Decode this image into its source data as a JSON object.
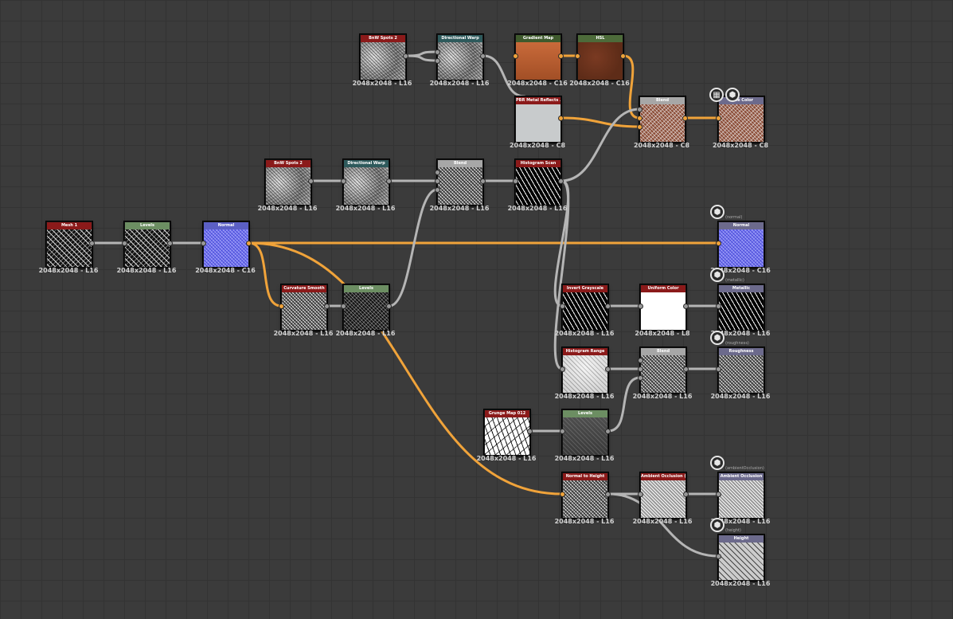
{
  "colors": {
    "background": "#3b3b3b",
    "wire_grey": "#b5b5b5",
    "wire_orange": "#f0a33a",
    "header_red": "#8b1a1a",
    "header_teal": "#2e5a5c",
    "header_green": "#4d6b3a",
    "header_lightgreen": "#6c8e62",
    "header_blue": "#5b5fc4",
    "header_grey": "#a7a7a7",
    "header_lavender": "#6c6a8c"
  },
  "nodes": [
    {
      "id": "bnw_spots_top",
      "label": "BnW Spots 2",
      "res": "2048x2048 - L16",
      "header": "#8b1a1a",
      "thumb": "t-grain"
    },
    {
      "id": "dir_warp_top",
      "label": "Directional Warp",
      "res": "2048x2048 - L16",
      "header": "#2e5a5c",
      "thumb": "t-grain"
    },
    {
      "id": "gradient_map",
      "label": "Gradient Map",
      "res": "2048x2048 - C16",
      "header": "#3f5a2d",
      "thumb": "t-orange"
    },
    {
      "id": "hsl",
      "label": "HSL",
      "res": "2048x2048 - C16",
      "header": "#4d6b3a",
      "thumb": "t-rust"
    },
    {
      "id": "pbr_metal",
      "label": "PBR Metal Reflects ...",
      "res": "2048x2048 - C8",
      "header": "#8b1a1a",
      "thumb": "t-grey"
    },
    {
      "id": "blend_top",
      "label": "Blend",
      "res": "2048x2048 - C8",
      "header": "#a7a7a7",
      "thumb": "t-rustspeck"
    },
    {
      "id": "basecolor_out",
      "label": "Base Color",
      "res": "2048x2048 - C8",
      "header": "#6c6a8c",
      "thumb": "t-rustspeck"
    },
    {
      "id": "bnw_spots_mid",
      "label": "BnW Spots 2",
      "res": "2048x2048 - L16",
      "header": "#8b1a1a",
      "thumb": "t-grain"
    },
    {
      "id": "dir_warp_mid",
      "label": "Directional Warp",
      "res": "2048x2048 - L16",
      "header": "#2e5a5c",
      "thumb": "t-grain"
    },
    {
      "id": "blend_mid",
      "label": "Blend",
      "res": "2048x2048 - L16",
      "header": "#a7a7a7",
      "thumb": "t-hatch"
    },
    {
      "id": "histogram_scan",
      "label": "Histogram Scan",
      "res": "2048x2048 - L16",
      "header": "#8b1a1a",
      "thumb": "t-bwspeck"
    },
    {
      "id": "mesh",
      "label": "Mesh 1",
      "res": "2048x2048 - L16",
      "header": "#8b1a1a",
      "thumb": "t-diag"
    },
    {
      "id": "levels_left",
      "label": "Levels",
      "res": "2048x2048 - L16",
      "header": "#6c8e62",
      "thumb": "t-diag"
    },
    {
      "id": "normal",
      "label": "Normal",
      "res": "2048x2048 - C16",
      "header": "#5b5fc4",
      "thumb": "t-normal"
    },
    {
      "id": "normal_out",
      "label": "Normal",
      "res": "2048x2048 - C16",
      "header": "#6c6a8c",
      "thumb": "t-normal"
    },
    {
      "id": "curvature",
      "label": "Curvature Smooth",
      "res": "2048x2048 - L16",
      "header": "#8b1a1a",
      "thumb": "t-hatch"
    },
    {
      "id": "levels_mid",
      "label": "Levels",
      "res": "2048x2048 - L16",
      "header": "#6c8e62",
      "thumb": "t-dark"
    },
    {
      "id": "invert_gray",
      "label": "Invert Grayscale",
      "res": "2048x2048 - L16",
      "header": "#8b1a1a",
      "thumb": "t-bwspeck"
    },
    {
      "id": "uniform_color",
      "label": "Uniform Color",
      "res": "2048x2048 - L8",
      "header": "#8b1a1a",
      "thumb": "t-white"
    },
    {
      "id": "metallic_out",
      "label": "Metallic",
      "res": "2048x2048 - L16",
      "header": "#6c6a8c",
      "thumb": "t-bwspeck"
    },
    {
      "id": "histogram_range",
      "label": "Histogram Range",
      "res": "2048x2048 - L16",
      "header": "#8b1a1a",
      "thumb": "t-lightgrain"
    },
    {
      "id": "blend_rough",
      "label": "Blend",
      "res": "2048x2048 - L16",
      "header": "#a7a7a7",
      "thumb": "t-hatch"
    },
    {
      "id": "roughness_out",
      "label": "Roughness",
      "res": "2048x2048 - L16",
      "header": "#6c6a8c",
      "thumb": "t-hatch"
    },
    {
      "id": "grunge_map",
      "label": "Grunge Map 012",
      "res": "2048x2048 - L16",
      "header": "#8b1a1a",
      "thumb": "t-grunge"
    },
    {
      "id": "levels_low",
      "label": "Levels",
      "res": "2048x2048 - L16",
      "header": "#6c8e62",
      "thumb": "t-darkgrey"
    },
    {
      "id": "normal_to_height",
      "label": "Normal to Height",
      "res": "2048x2048 - L16",
      "header": "#8b1a1a",
      "thumb": "t-hatch"
    },
    {
      "id": "ambient_occlusion",
      "label": "Ambient Occlusion (...",
      "res": "2048x2048 - L16",
      "header": "#8b1a1a",
      "thumb": "t-hatchlight"
    },
    {
      "id": "ao_out",
      "label": "Ambient Occlusion",
      "res": "2048x2048 - L16",
      "header": "#6c6a8c",
      "thumb": "t-hatchlight"
    },
    {
      "id": "height_out",
      "label": "Height",
      "res": "2048x2048 - L16",
      "header": "#6c6a8c",
      "thumb": "t-heightmap"
    }
  ],
  "output_tags": [
    {
      "for": "normal_out",
      "text": "(normal)"
    },
    {
      "for": "metallic_out",
      "text": "(metallic)"
    },
    {
      "for": "roughness_out",
      "text": "(roughness)"
    },
    {
      "for": "ao_out",
      "text": "(ambientOcclusion)"
    },
    {
      "for": "height_out",
      "text": "(height)"
    }
  ],
  "icons": {
    "output": "cube-icon",
    "basecolor_extra": "checker-icon"
  }
}
